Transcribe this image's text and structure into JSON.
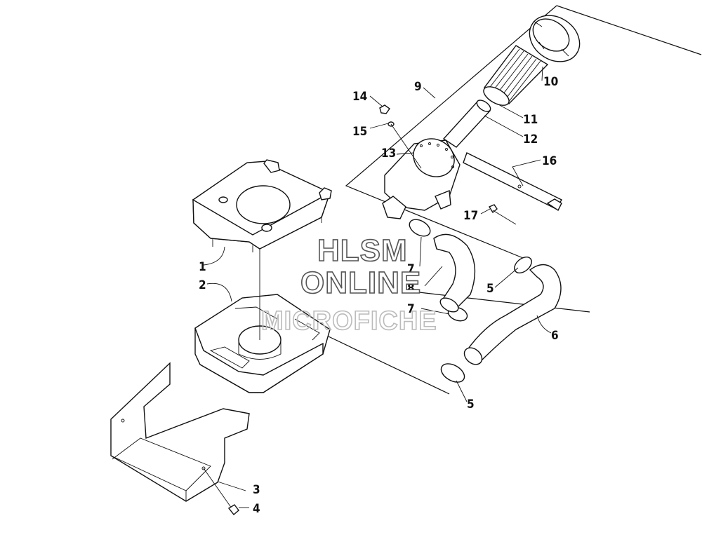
{
  "watermark": {
    "line1": "HLSM",
    "line2": "ONLINE",
    "line3": "MICROFICHE"
  },
  "callouts": [
    {
      "id": "1",
      "text": "1"
    },
    {
      "id": "2",
      "text": "2"
    },
    {
      "id": "3",
      "text": "3"
    },
    {
      "id": "4",
      "text": "4"
    },
    {
      "id": "5a",
      "text": "5"
    },
    {
      "id": "5b",
      "text": "5"
    },
    {
      "id": "6",
      "text": "6"
    },
    {
      "id": "7a",
      "text": "7"
    },
    {
      "id": "7b",
      "text": "7"
    },
    {
      "id": "8",
      "text": "8"
    },
    {
      "id": "9",
      "text": "9"
    },
    {
      "id": "10",
      "text": "10"
    },
    {
      "id": "11",
      "text": "11"
    },
    {
      "id": "12",
      "text": "12"
    },
    {
      "id": "13",
      "text": "13"
    },
    {
      "id": "14",
      "text": "14"
    },
    {
      "id": "15",
      "text": "15"
    },
    {
      "id": "16",
      "text": "16"
    },
    {
      "id": "17",
      "text": "17"
    }
  ]
}
